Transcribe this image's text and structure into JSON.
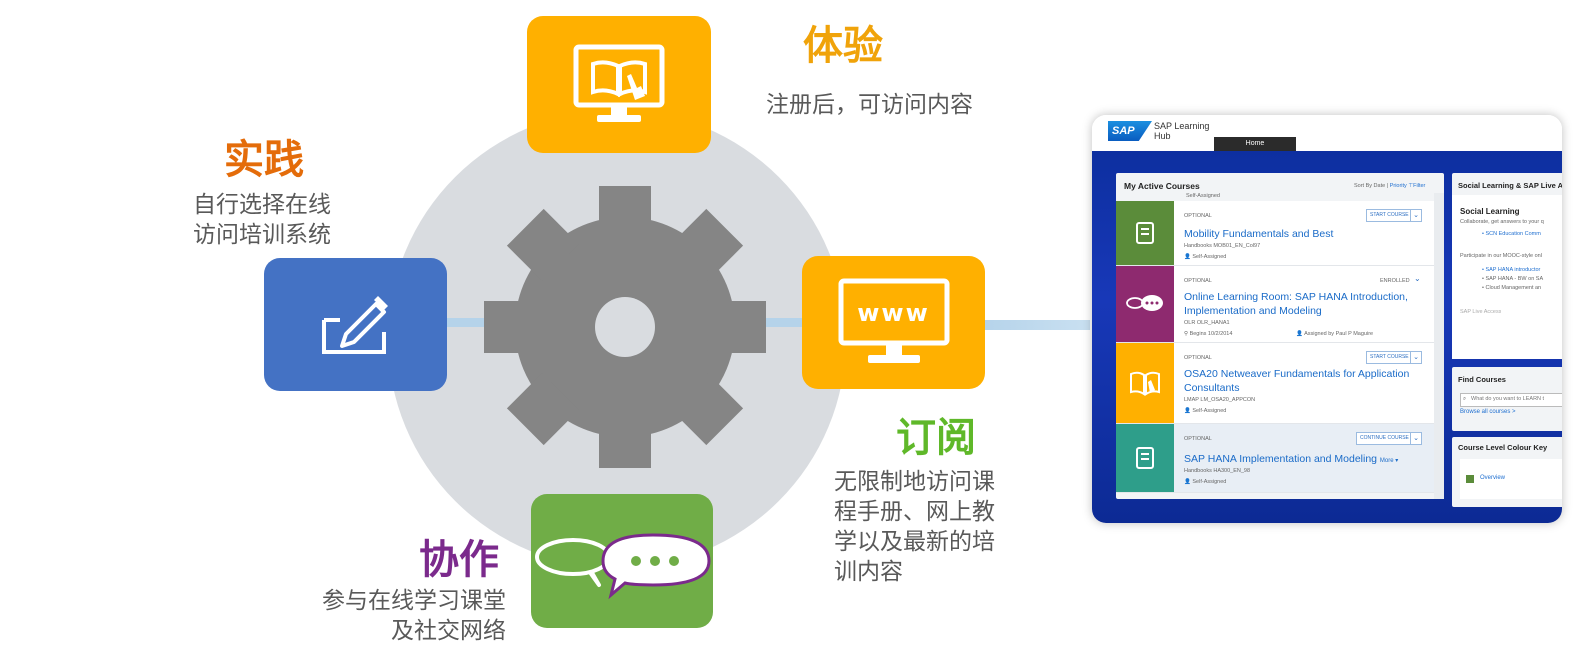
{
  "sections": {
    "practice": {
      "title": "实践",
      "color": "#e46c0a",
      "desc_lines": [
        "自行选择在线",
        "访问培训系统"
      ]
    },
    "experience": {
      "title": "体验",
      "color": "#f0a30a",
      "desc": "注册后，可访问内容"
    },
    "subscribe": {
      "title": "订阅",
      "color": "#5fb829",
      "desc_lines": [
        "无限制地访问课",
        "程手册、网上教",
        "学以及最新的培",
        "训内容"
      ]
    },
    "collaborate": {
      "title": "协作",
      "color": "#7b2a8c",
      "desc_lines": [
        "参与在线学习课堂",
        "及社交网络"
      ]
    }
  },
  "icons": {
    "practice": "pencil-box-icon",
    "experience": "monitor-book-icon",
    "subscribe": "monitor-www-icon",
    "collaborate": "chat-bubbles-icon",
    "center": "gear-icon"
  },
  "www_text": "www",
  "screenshot": {
    "logo": "SAP",
    "app_title": "SAP Learning Hub",
    "tab_home": "Home",
    "main_title": "My Active Courses",
    "sort_label": "Sort By Date",
    "sort_priority": "Priority",
    "filter_label": "Filter",
    "top_assigned": "Self-Assigned",
    "courses": [
      {
        "tag": "OPTIONAL",
        "action": "START COURSE",
        "title": "Mobility Fundamentals and Best",
        "meta": "Handbooks MOB01_EN_Col97",
        "assigned": "Self-Assigned",
        "thumb_color": "#5b8c3a",
        "icon": "handbook-icon"
      },
      {
        "tag": "OPTIONAL",
        "action": "ENROLLED",
        "title": "Online Learning Room: SAP HANA Introduction, Implementation and Modeling",
        "meta": "OLR OLR_HANA1",
        "begins": "Begins 10/2/2014",
        "assigned": "Assigned by Paul P Maguire",
        "thumb_color": "#8e2a6f",
        "icon": "chat-icon"
      },
      {
        "tag": "OPTIONAL",
        "action": "START COURSE",
        "title": "OSA20 Netweaver Fundamentals for Application Consultants",
        "meta": "LMAP LM_OSA20_APPCON",
        "assigned": "Self-Assigned",
        "thumb_color": "#ffb000",
        "icon": "book-icon"
      },
      {
        "tag": "OPTIONAL",
        "action": "CONTINUE COURSE",
        "title": "SAP HANA Implementation and Modeling",
        "more": "More ▾",
        "meta": "Handbooks HA300_EN_98",
        "assigned": "Self-Assigned",
        "thumb_color": "#2e9e8a",
        "icon": "handbook-icon"
      }
    ],
    "social": {
      "title": "Social Learning & SAP Live A",
      "subtitle": "Social Learning",
      "text1": "Collaborate, get answers to your q",
      "link1": "SCN Education Comm",
      "text2": "Participate in our MOOC-style onl",
      "links": [
        "SAP HANA introductor",
        "SAP HANA - BW on SA",
        "Cloud Management an"
      ],
      "cut": "SAP Live Access"
    },
    "find": {
      "title": "Find Courses",
      "placeholder": "What do you want to LEARN t",
      "browse": "Browse all courses >"
    },
    "level": {
      "title": "Course Level Colour Key",
      "overview": "Overview"
    }
  }
}
